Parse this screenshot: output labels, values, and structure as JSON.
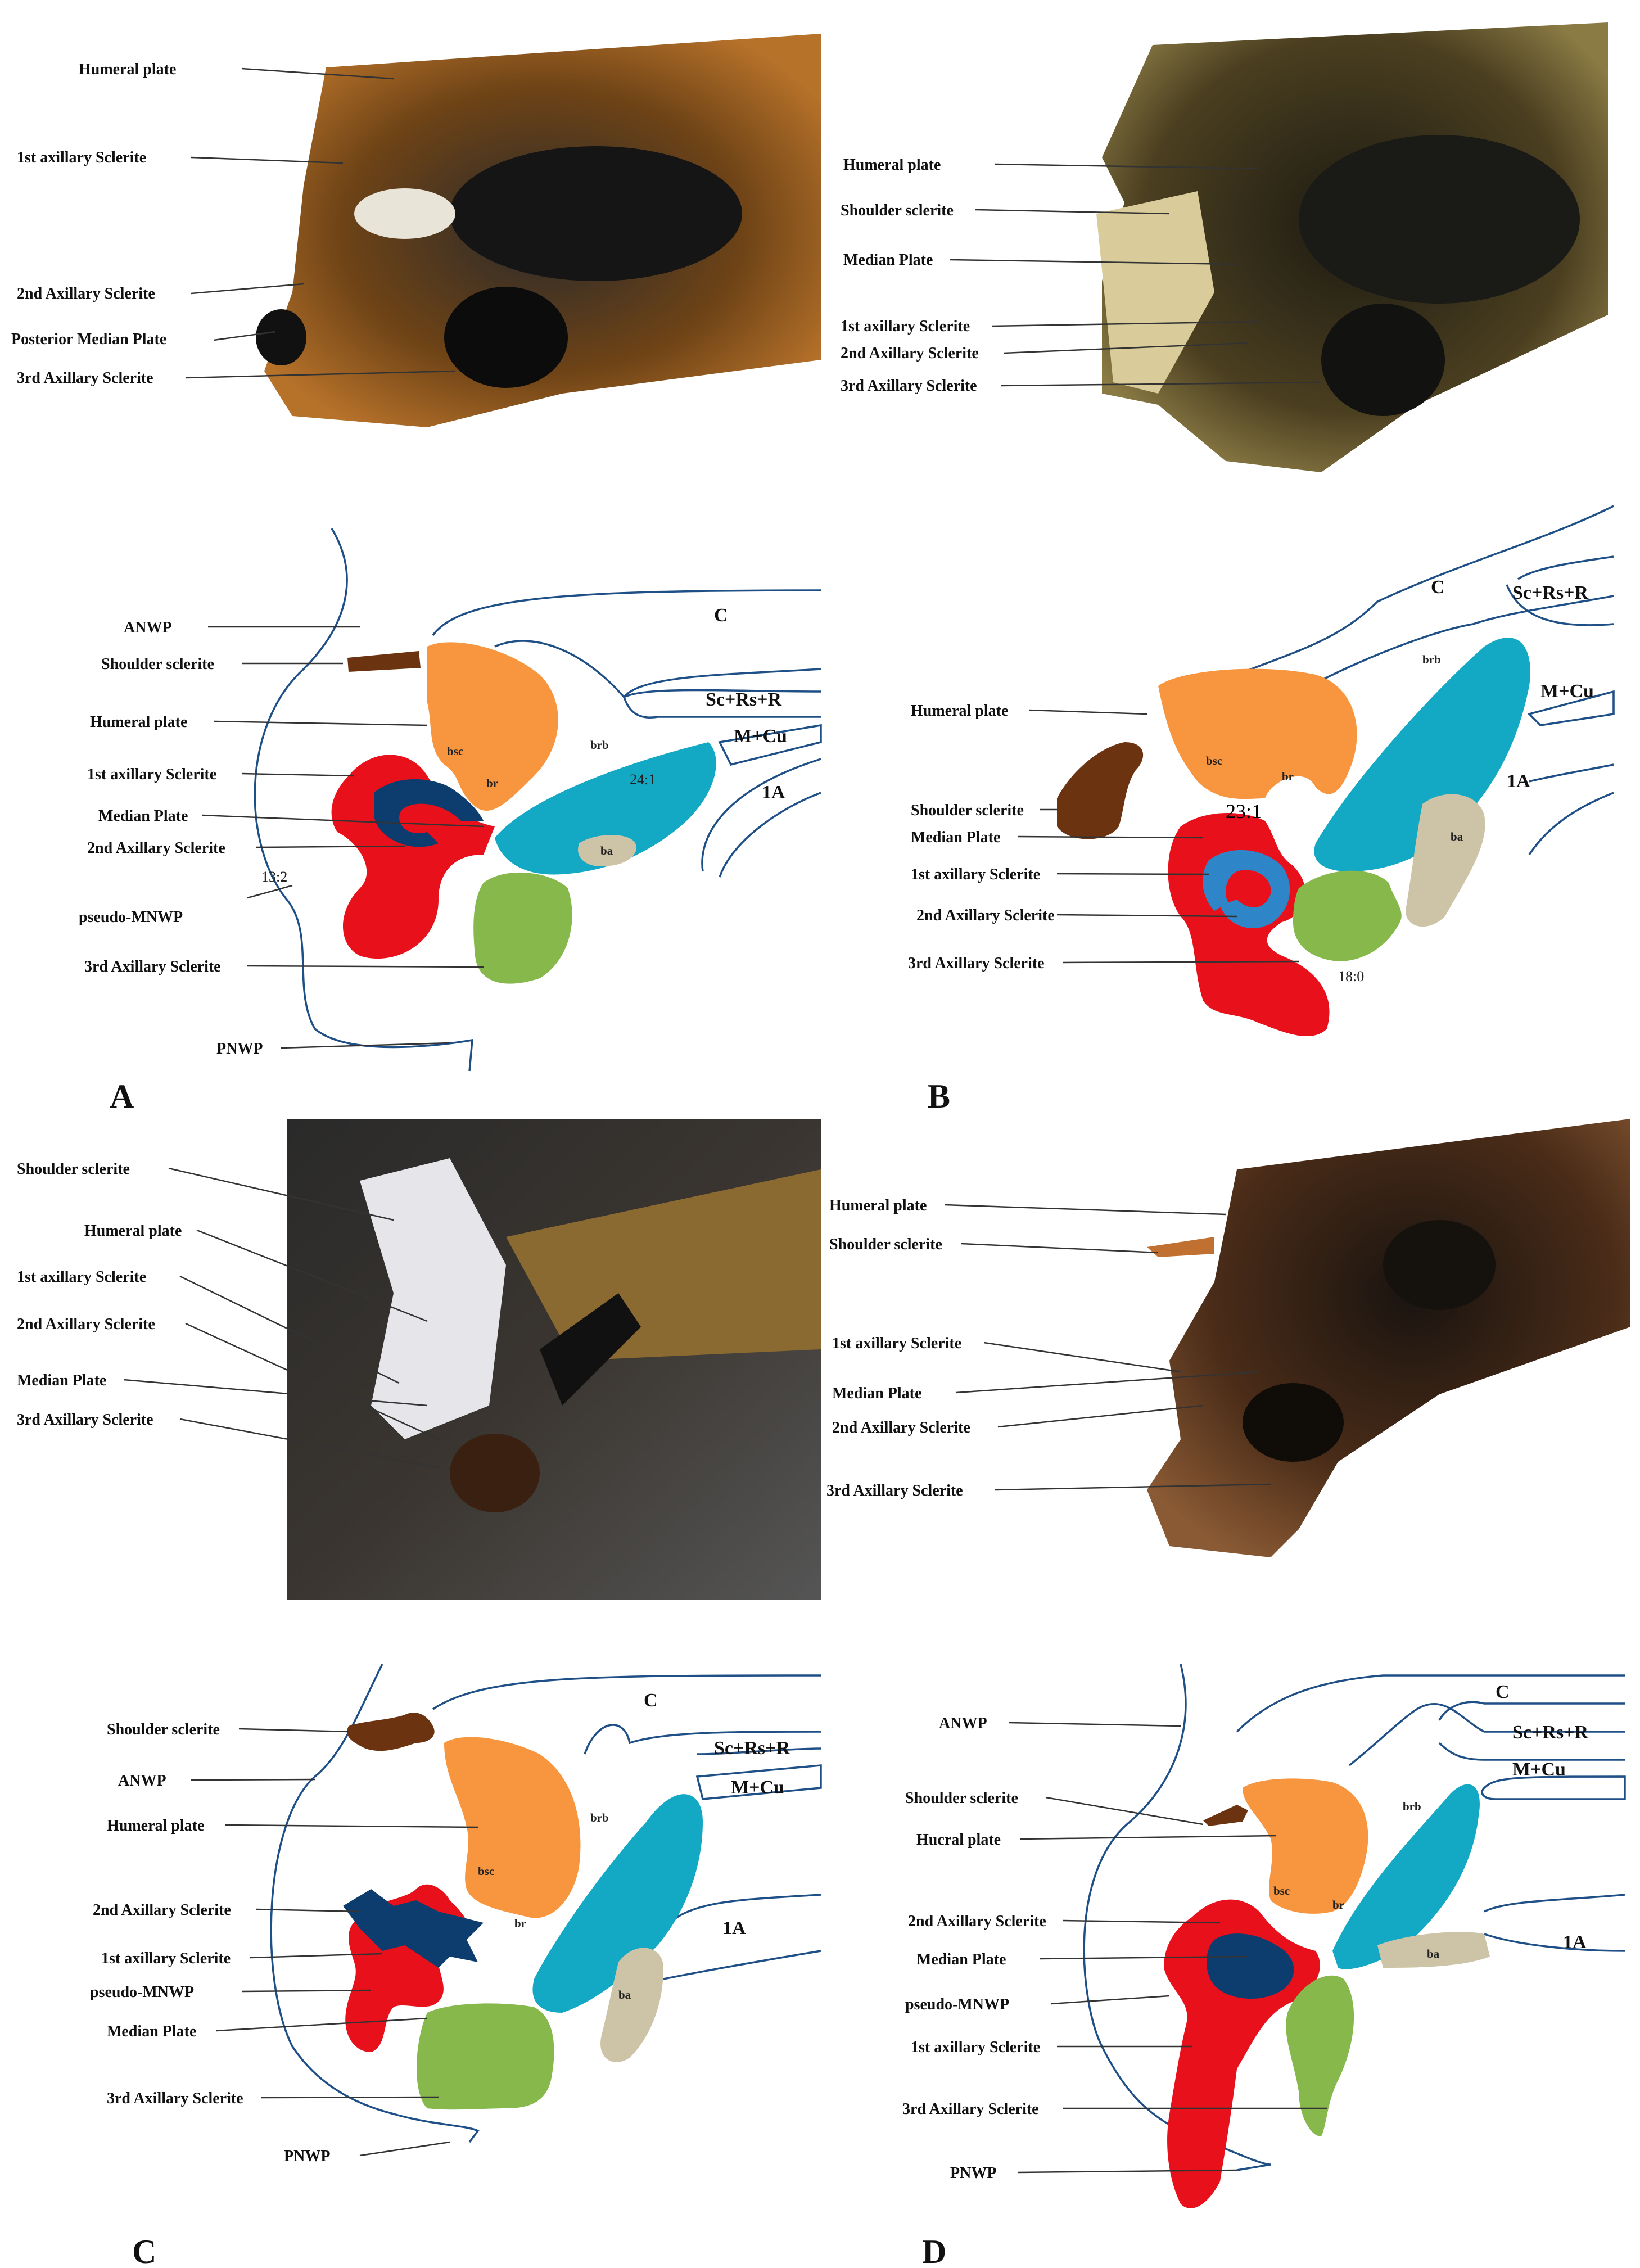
{
  "panels": {
    "A": "A",
    "B": "B",
    "C": "C",
    "D": "D"
  },
  "photo_A": {
    "humeral_plate": "Humeral plate",
    "first_axillary": "1st axillary Sclerite",
    "second_axillary": "2nd Axillary Sclerite",
    "posterior_median": "Posterior Median Plate",
    "third_axillary": "3rd Axillary Sclerite"
  },
  "photo_B": {
    "humeral_plate": "Humeral plate",
    "shoulder": "Shoulder sclerite",
    "median": "Median Plate",
    "first_axillary": "1st axillary Sclerite",
    "second_axillary": "2nd Axillary Sclerite",
    "third_axillary": "3rd Axillary Sclerite"
  },
  "photo_C": {
    "shoulder": "Shoulder sclerite",
    "humeral_plate": "Humeral plate",
    "first_axillary": "1st axillary Sclerite",
    "second_axillary": "2nd Axillary Sclerite",
    "median": "Median Plate",
    "third_axillary": "3rd Axillary Sclerite"
  },
  "photo_D": {
    "humeral_plate": "Humeral plate",
    "shoulder": "Shoulder sclerite",
    "first_axillary": "1st axillary Sclerite",
    "median": "Median Plate",
    "second_axillary": "2nd Axillary Sclerite",
    "third_axillary": "3rd Axillary Sclerite"
  },
  "diagram_A": {
    "anwp": "ANWP",
    "shoulder": "Shoulder sclerite",
    "humeral_plate": "Humeral plate",
    "first_axillary": "1st axillary Sclerite",
    "median": "Median Plate",
    "second_axillary": "2nd Axillary Sclerite",
    "pseudo_mnwp": "pseudo-MNWP",
    "third_axillary": "3rd Axillary Sclerite",
    "pnwp": "PNWP",
    "note_13": "13:2",
    "note_24": "24:1",
    "vein_c": "C",
    "vein_scrsr": "Sc+Rs+R",
    "vein_mcu": "M+Cu",
    "vein_1a": "1A",
    "bsc": "bsc",
    "br": "br",
    "brb": "brb",
    "ba": "ba"
  },
  "diagram_B": {
    "humeral_plate": "Humeral plate",
    "shoulder": "Shoulder sclerite",
    "median": "Median Plate",
    "first_axillary": "1st axillary Sclerite",
    "second_axillary": "2nd Axillary Sclerite",
    "third_axillary": "3rd Axillary Sclerite",
    "note_23": "23:1",
    "note_18": "18:0",
    "vein_c": "C",
    "vein_scrsr": "Sc+Rs+R",
    "vein_mcu": "M+Cu",
    "vein_1a": "1A",
    "bsc": "bsc",
    "br": "br",
    "brb": "brb",
    "ba": "ba"
  },
  "diagram_C": {
    "shoulder": "Shoulder sclerite",
    "anwp": "ANWP",
    "humeral_plate": "Humeral plate",
    "second_axillary": "2nd Axillary Sclerite",
    "first_axillary": "1st axillary Sclerite",
    "pseudo_mnwp": "pseudo-MNWP",
    "median": "Median Plate",
    "third_axillary": "3rd Axillary Sclerite",
    "pnwp": "PNWP",
    "vein_c": "C",
    "vein_scrsr": "Sc+Rs+R",
    "vein_mcu": "M+Cu",
    "vein_1a": "1A",
    "bsc": "bsc",
    "br": "br",
    "brb": "brb",
    "ba": "ba"
  },
  "diagram_D": {
    "anwp": "ANWP",
    "shoulder": "Shoulder sclerite",
    "hucral_plate": "Hucral plate",
    "second_axillary": "2nd Axillary Sclerite",
    "median": "Median Plate",
    "pseudo_mnwp": "pseudo-MNWP",
    "first_axillary": "1st axillary Sclerite",
    "third_axillary": "3rd Axillary Sclerite",
    "pnwp": "PNWP",
    "vein_c": "C",
    "vein_scrsr": "Sc+Rs+R",
    "vein_mcu": "M+Cu",
    "vein_1a": "1A",
    "bsc": "bsc",
    "br": "br",
    "brb": "brb",
    "ba": "ba"
  },
  "colors": {
    "humeral_plate": "#f7963e",
    "shoulder_sclerite": "#6b3310",
    "first_axillary": "#e8101a",
    "median_plate": "#0d3d6e",
    "median_plate_b": "#2e86c8",
    "second_axillary_region": "#13a8c4",
    "third_axillary": "#86b84c",
    "basalare": "#cdc3a6",
    "outline": "#1e4f86"
  }
}
